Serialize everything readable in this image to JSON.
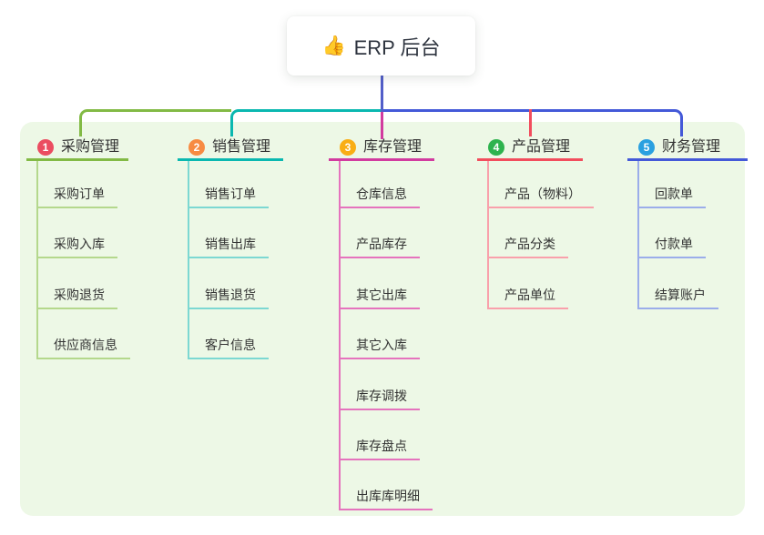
{
  "root": {
    "icon": "👍",
    "label": "ERP 后台"
  },
  "colors": {
    "root_line": "#525ec9",
    "panel_bg": "#edf8e6",
    "text": "#333333"
  },
  "branches": [
    {
      "index": "1",
      "label": "采购管理",
      "badge_bg": "#eb4d61",
      "line": "#82ba45",
      "line_light": "#b4d88c",
      "children": [
        "采购订单",
        "采购入库",
        "采购退货",
        "供应商信息"
      ]
    },
    {
      "index": "2",
      "label": "销售管理",
      "badge_bg": "#f78b42",
      "line": "#0ab8b0",
      "line_light": "#7cd8d2",
      "children": [
        "销售订单",
        "销售出库",
        "销售退货",
        "客户信息"
      ]
    },
    {
      "index": "3",
      "label": "库存管理",
      "badge_bg": "#f9ae15",
      "line": "#d23b9f",
      "line_light": "#e573bd",
      "children": [
        "仓库信息",
        "产品库存",
        "其它出库",
        "其它入库",
        "库存调拨",
        "库存盘点",
        "出库库明细"
      ]
    },
    {
      "index": "4",
      "label": "产品管理",
      "badge_bg": "#2eb34e",
      "line": "#f24d5d",
      "line_light": "#f9a0ab",
      "children": [
        "产品（物料）",
        "产品分类",
        "产品单位"
      ]
    },
    {
      "index": "5",
      "label": "财务管理",
      "badge_bg": "#2aa0e0",
      "line": "#4459d8",
      "line_light": "#9badea",
      "children": [
        "回款单",
        "付款单",
        "结算账户"
      ]
    }
  ]
}
